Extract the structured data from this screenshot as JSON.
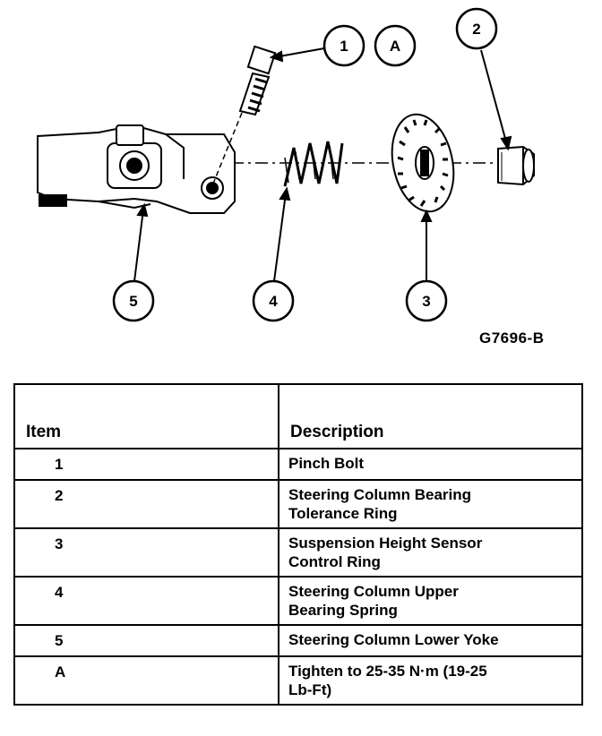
{
  "figure": {
    "code": "G7696-B",
    "callouts": {
      "c1": "1",
      "cA": "A",
      "c2": "2",
      "c3": "3",
      "c4": "4",
      "c5": "5"
    }
  },
  "legend": {
    "headers": {
      "item": "Item",
      "description": "Description"
    },
    "rows": [
      {
        "item": "1",
        "description": "Pinch Bolt"
      },
      {
        "item": "2",
        "description": "Steering Column Bearing\nTolerance Ring"
      },
      {
        "item": "3",
        "description": "Suspension Height Sensor\nControl Ring"
      },
      {
        "item": "4",
        "description": "Steering Column Upper\nBearing Spring"
      },
      {
        "item": "5",
        "description": "Steering Column Lower Yoke"
      },
      {
        "item": "A",
        "description": "Tighten to 25-35 N·m (19-25\nLb-Ft)"
      }
    ]
  }
}
